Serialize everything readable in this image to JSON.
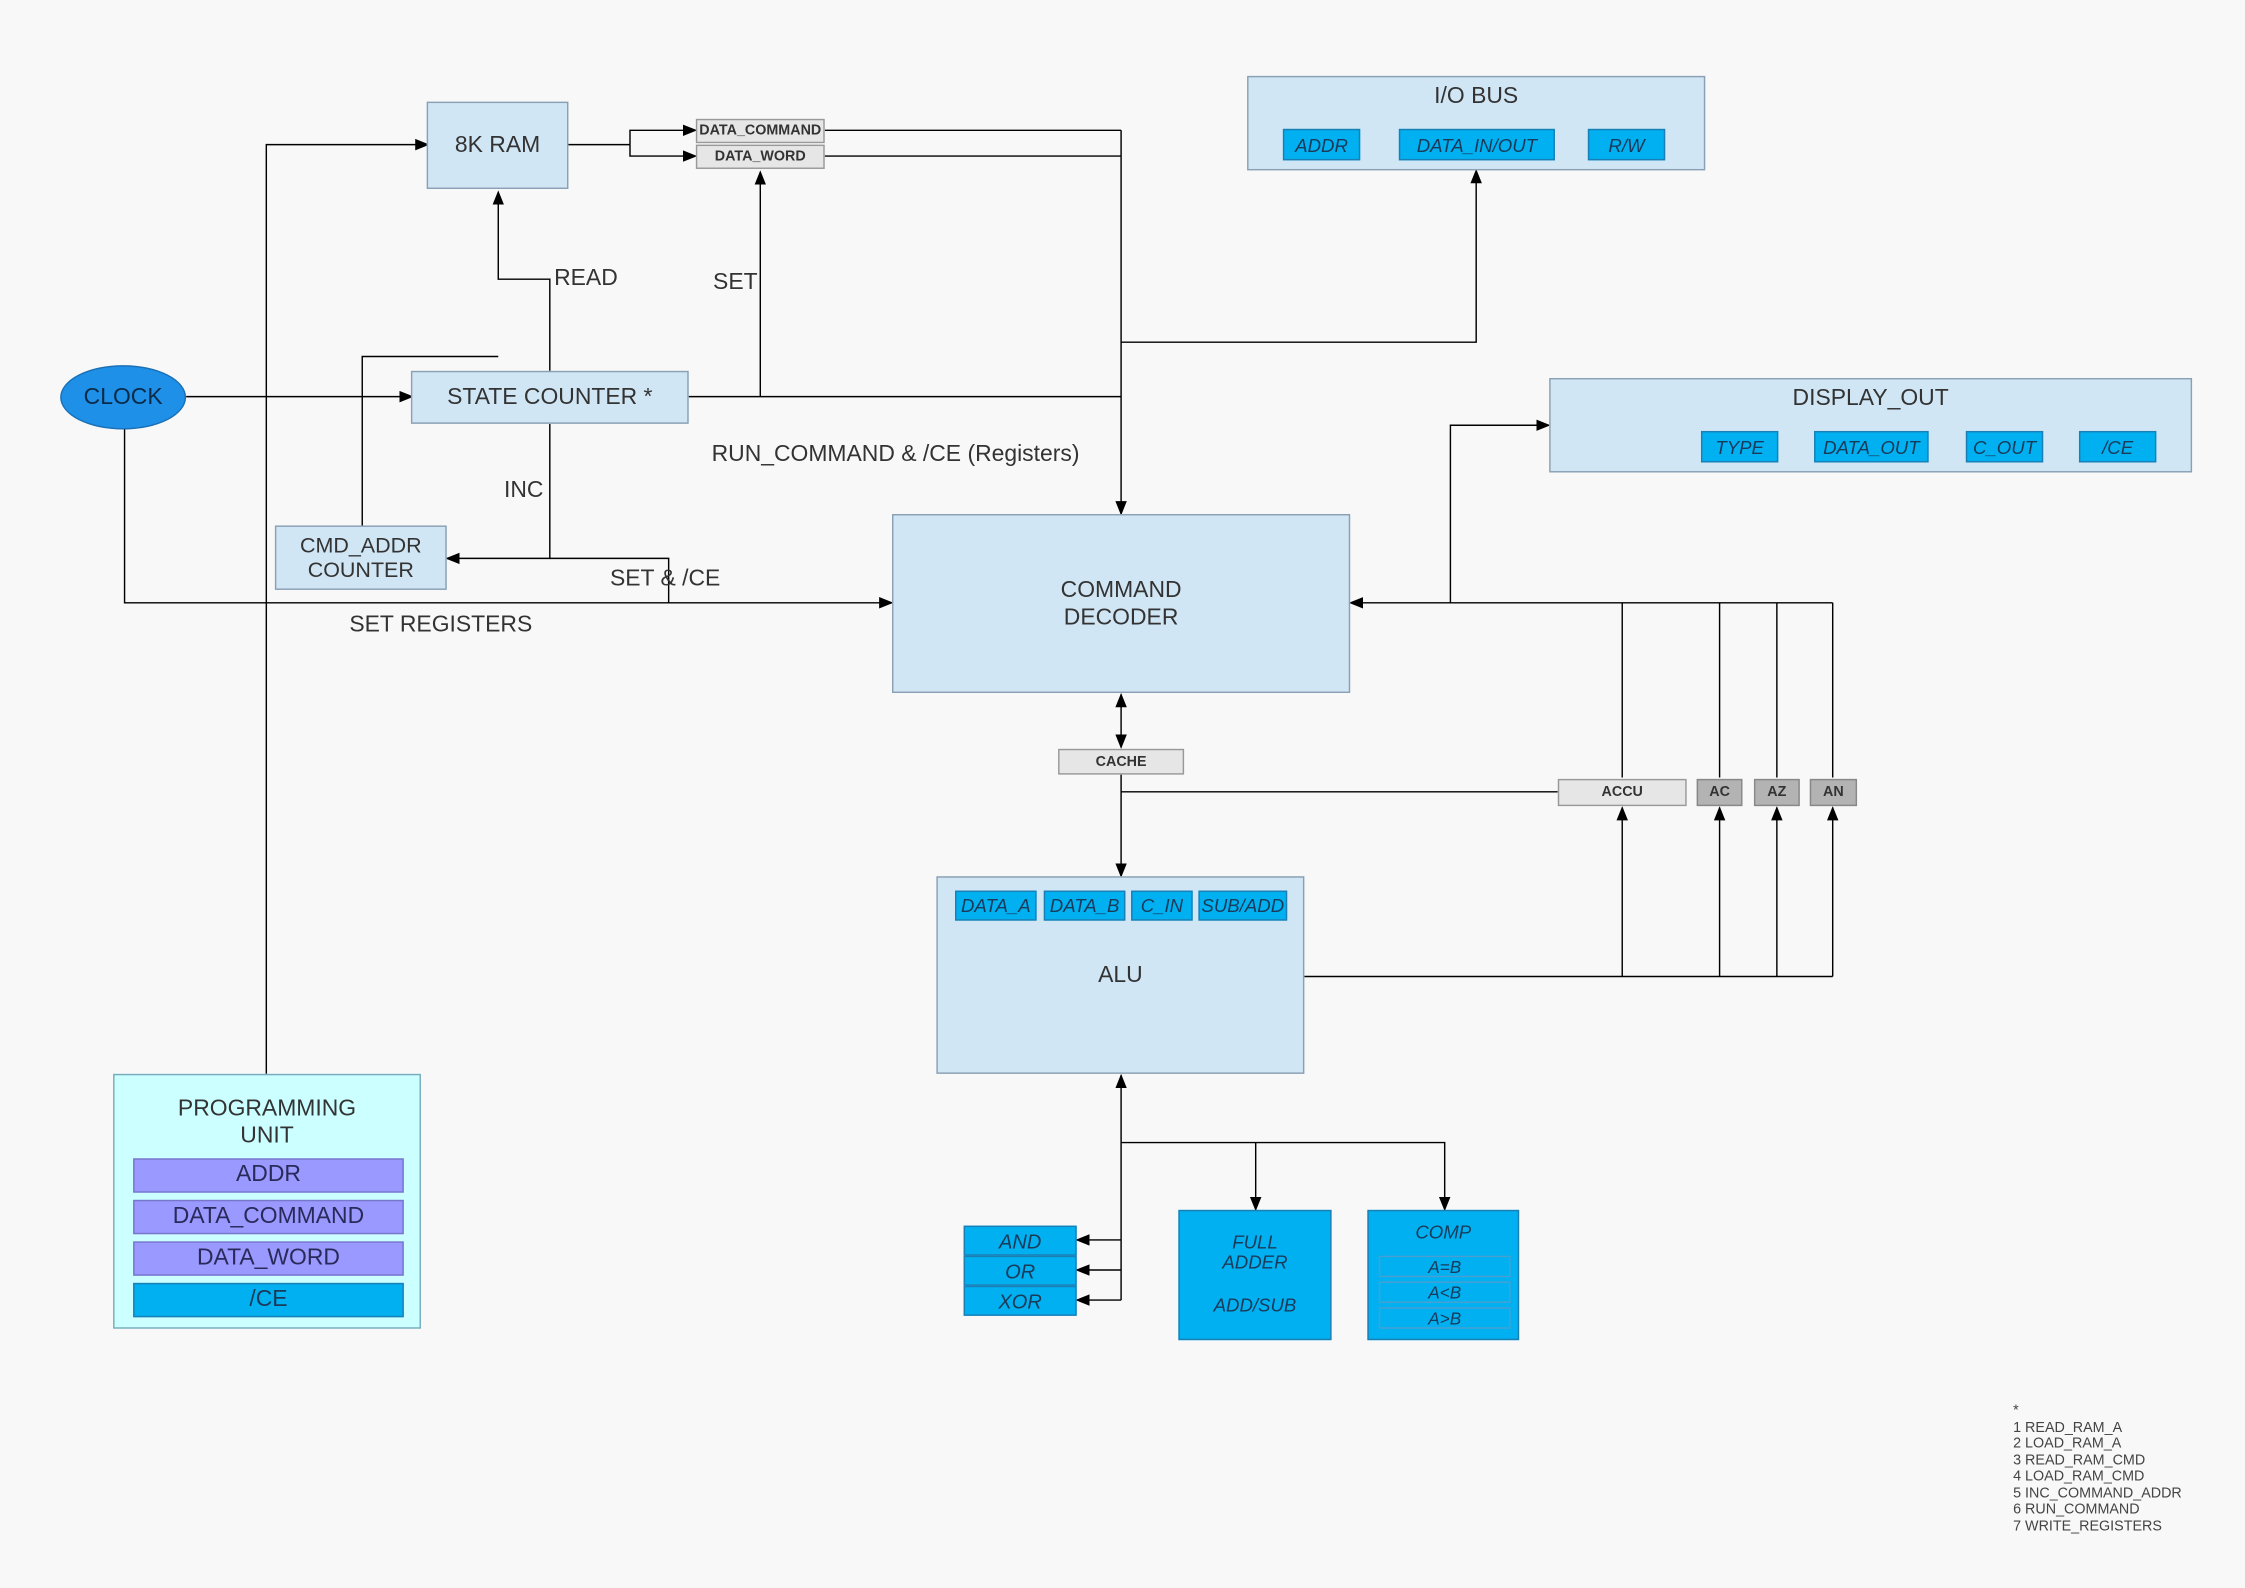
{
  "blocks": {
    "ram": "8K RAM",
    "data_command": "DATA_COMMAND",
    "data_word": "DATA_WORD",
    "clock": "CLOCK",
    "state_counter": "STATE COUNTER *",
    "cmd_addr_counter": "CMD_ADDR\nCOUNTER",
    "command_decoder": "COMMAND\nDECODER",
    "cache": "CACHE",
    "alu": "ALU",
    "accu": "ACCU",
    "ac": "AC",
    "az": "AZ",
    "an": "AN"
  },
  "io_bus": {
    "title": "I/O BUS",
    "fields": [
      "ADDR",
      "DATA_IN/OUT",
      "R/W"
    ]
  },
  "display_out": {
    "title": "DISPLAY_OUT",
    "fields": [
      "TYPE",
      "DATA_OUT",
      "C_OUT",
      "/CE"
    ]
  },
  "alu_inputs": [
    "DATA_A",
    "DATA_B",
    "C_IN",
    "SUB/ADD"
  ],
  "programming_unit": {
    "title": "PROGRAMMING\nUNIT",
    "fields": [
      "ADDR",
      "DATA_COMMAND",
      "DATA_WORD",
      "/CE"
    ]
  },
  "logic_unit": [
    "AND",
    "OR",
    "XOR"
  ],
  "full_adder": {
    "title": "FULL\nADDER",
    "sub": "ADD/SUB"
  },
  "comp": {
    "title": "COMP",
    "rows": [
      "A=B",
      "A<B",
      "A>B"
    ]
  },
  "labels": {
    "read": "READ",
    "set": "SET",
    "inc": "INC",
    "run_command": "RUN_COMMAND & /CE (Registers)",
    "set_ce": "SET & /CE",
    "set_registers": "SET REGISTERS"
  },
  "legend": {
    "star": "*",
    "items": [
      "1 READ_RAM_A",
      "2 LOAD_RAM_A",
      "3 READ_RAM_CMD",
      "4 LOAD_RAM_CMD",
      "5 INC_COMMAND_ADDR",
      "6 RUN_COMMAND",
      "7 WRITE_REGISTERS"
    ]
  },
  "colors": {
    "light_block": "#d1e6f4",
    "cyan_block": "#00b0f0",
    "purple_block": "#9999ff",
    "gray_block": "#e6e6e6",
    "wire": "#000000"
  }
}
